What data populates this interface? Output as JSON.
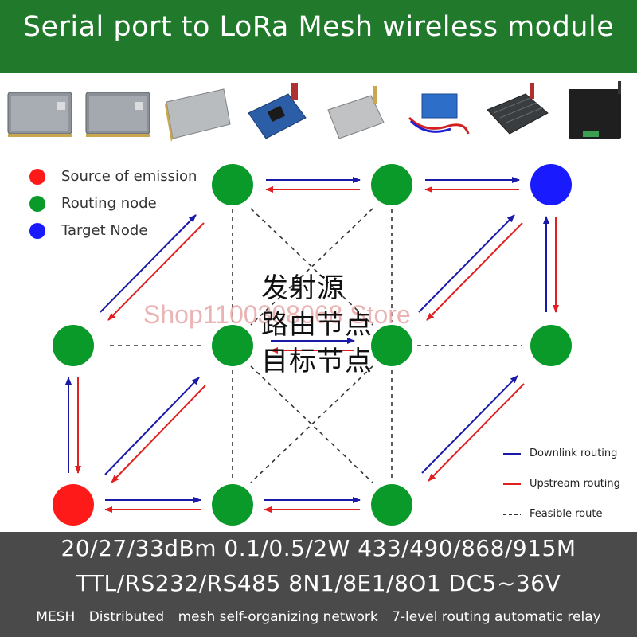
{
  "header": {
    "title": "Serial port to LoRa Mesh wireless module"
  },
  "legend": [
    {
      "label": "Source of emission",
      "color": "#ff1a1a"
    },
    {
      "label": "Routing node",
      "color": "#0a9a2a"
    },
    {
      "label": "Target Node",
      "color": "#1a1aff"
    }
  ],
  "route_legend": [
    {
      "label": "Downlink routing",
      "color": "#1a1aa8"
    },
    {
      "label": "Upstream routing",
      "color": "#e02020"
    },
    {
      "label": "Feasible route",
      "color": "#333333"
    }
  ],
  "watermark": "Shop1100308068 Store",
  "chinese_labels": [
    "发射源",
    "路由节点",
    "目标节点"
  ],
  "specs": {
    "line1": "20/27/33dBm  0.1/0.5/2W  433/490/868/915M",
    "line2": "TTL/RS232/RS485  8N1/8E1/8O1 DC5~36V",
    "line3": [
      "MESH",
      "Distributed",
      "mesh self-organizing network",
      "7-level routing automatic relay"
    ]
  },
  "colors": {
    "header_bg": "#217a2c",
    "footer_bg": "#4a4a4a",
    "source": "#ff1a1a",
    "routing": "#0a9a2a",
    "target": "#1a1aff"
  }
}
